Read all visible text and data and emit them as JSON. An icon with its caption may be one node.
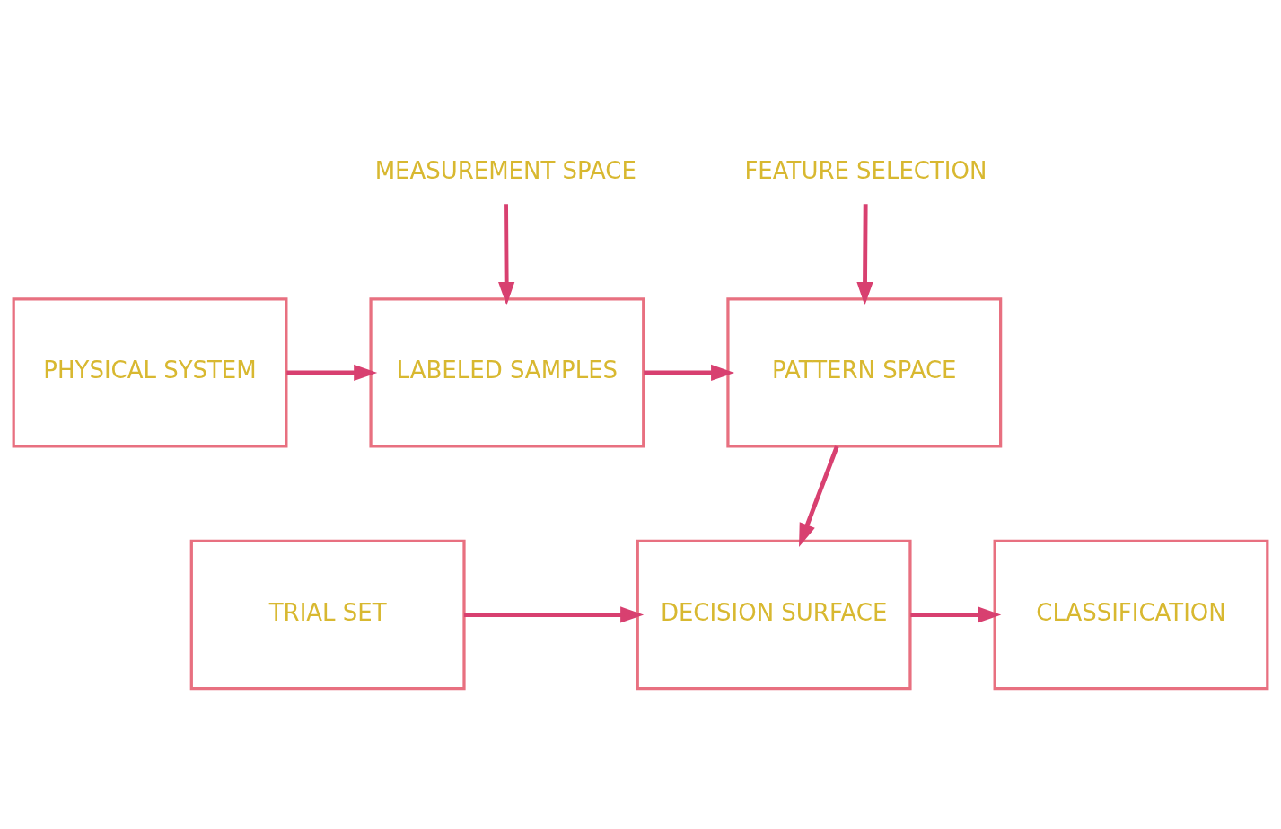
{
  "diagram": {
    "nodes": [
      {
        "text": [
          "MEASUREMENT SPACE"
        ]
      },
      {
        "text": [
          "FEATURE SELECTION"
        ]
      },
      {
        "text": [
          "PHYSICAL SYSTEM"
        ]
      },
      {
        "text": [
          "LABELED SAMPLES"
        ]
      },
      {
        "text": [
          "PATTERN SPACE"
        ]
      },
      {
        "text": [
          "TRIAL SET"
        ]
      },
      {
        "text": [
          "DECISION SURFACE"
        ]
      },
      {
        "text": [
          "CLASSIFICATION"
        ]
      }
    ],
    "edges": [
      {
        "from": 0,
        "to": 3,
        "arrow": "to"
      },
      {
        "from": 1,
        "to": 4,
        "arrow": "to"
      },
      {
        "from": 2,
        "to": 3,
        "arrow": "to"
      },
      {
        "from": 3,
        "to": 4,
        "arrow": "to"
      },
      {
        "from": 4,
        "to": 6,
        "arrow": "to"
      },
      {
        "from": 5,
        "to": 6,
        "arrow": "to"
      },
      {
        "from": 6,
        "to": 7,
        "arrow": "to"
      }
    ]
  }
}
